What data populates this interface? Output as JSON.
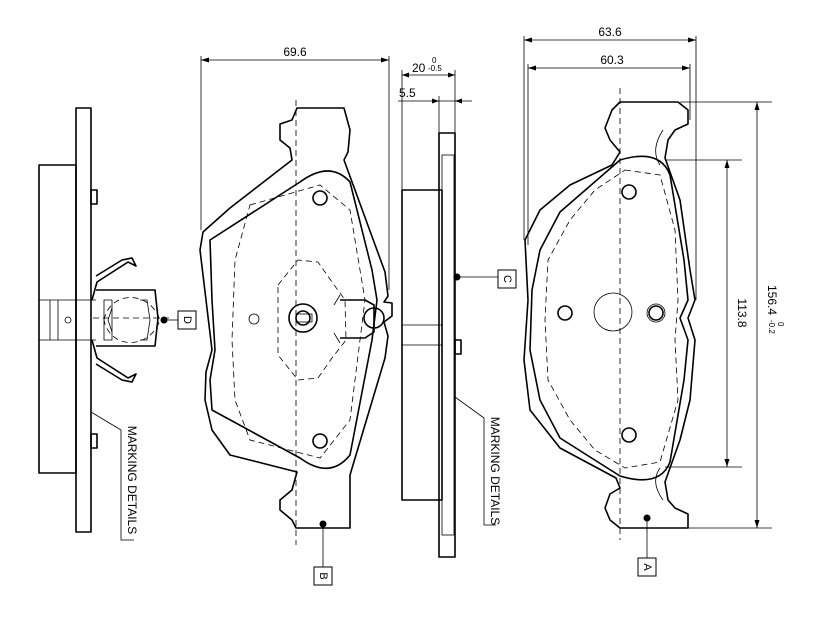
{
  "dimensions": {
    "width_overall": "63.6",
    "width_friction": "60.3",
    "length_pad": "69.6",
    "thickness": "20",
    "thickness_tol_upper": "0",
    "thickness_tol_lower": "-0.5",
    "backplate": "5.5",
    "height_friction": "113.8",
    "height_overall": "156.4",
    "height_tol_upper": "0",
    "height_tol_lower": "-0.2"
  },
  "labels": {
    "marking_details_left": "MARKING DETAILS",
    "marking_details_right": "MARKING DETAILS",
    "ref_a": "A",
    "ref_b": "B",
    "ref_c": "C",
    "ref_d": "D"
  }
}
